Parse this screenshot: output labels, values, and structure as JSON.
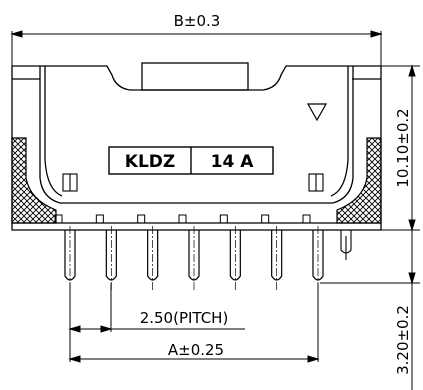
{
  "dimensions": {
    "top_width": "B±0.3",
    "height": "10.10±0.2",
    "pin_length": "3.20±0.2",
    "pitch": "2.50(PITCH)",
    "pin_span": "A±0.25"
  },
  "label": {
    "part": "KLDZ",
    "positions": "14 A"
  },
  "pin_count": 7,
  "colors": {
    "line": "#000000",
    "background": "#ffffff"
  }
}
